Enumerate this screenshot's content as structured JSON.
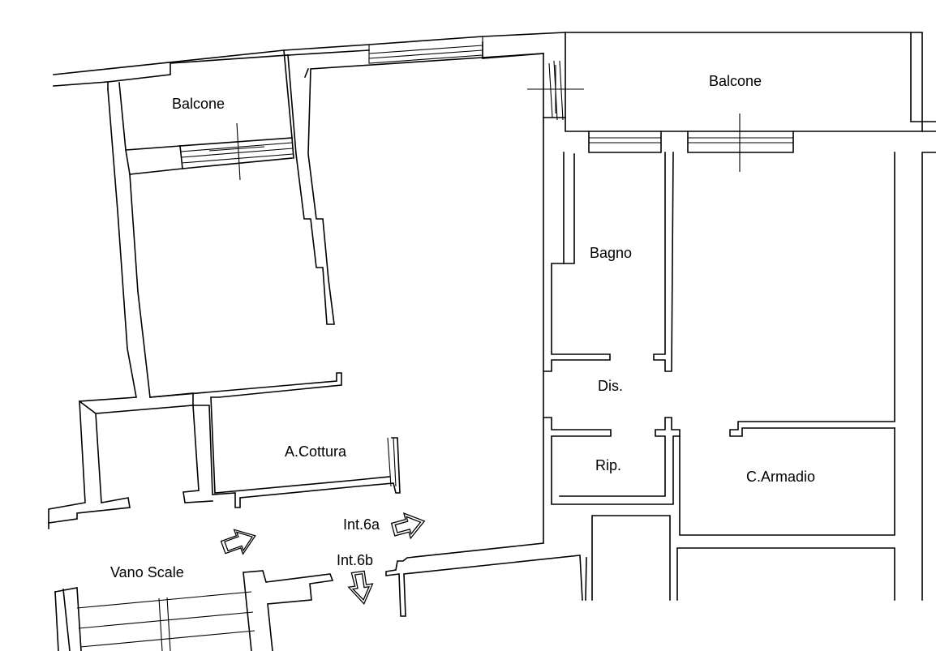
{
  "rooms": {
    "balcone_left": "Balcone",
    "balcone_right": "Balcone",
    "bagno": "Bagno",
    "dis": "Dis.",
    "rip": "Rip.",
    "a_cottura": "A.Cottura",
    "c_armadio": "C.Armadio",
    "vano_scale": "Vano Scale"
  },
  "entrances": {
    "int_6a": "Int.6a",
    "int_6b": "Int.6b"
  }
}
